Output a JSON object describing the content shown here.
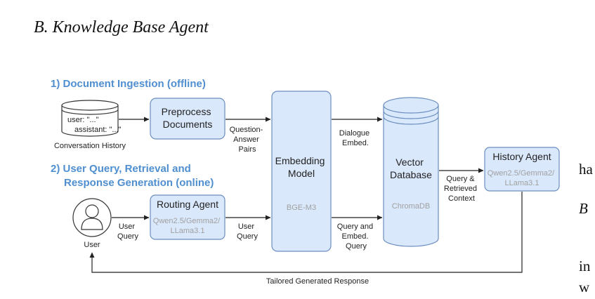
{
  "section": {
    "heading": "B.  Knowledge Base Agent"
  },
  "diagram": {
    "phase1_title": "1) Document Ingestion (offline)",
    "phase2_line1": "2) User Query, Retrieval and",
    "phase2_line2": "Response Generation (online)",
    "conversation_lines": [
      "user: \"...\"",
      "assistant: \"...\""
    ],
    "conversation_caption": "Conversation History",
    "preprocess": [
      "Preprocess",
      "Documents"
    ],
    "qa_pairs": [
      "Question-",
      "Answer",
      "Pairs"
    ],
    "embedding": [
      "Embedding",
      "Model"
    ],
    "embedding_sub": "BGE-M3",
    "dialogue_embed": [
      "Dialogue",
      "Embed."
    ],
    "vector_db": [
      "Vector",
      "Database"
    ],
    "vector_db_sub": "ChromaDB",
    "query_context": [
      "Query &",
      "Retrieved",
      "Context"
    ],
    "history_agent": "History Agent",
    "history_models": [
      "Qwen2.5/Gemma2/",
      "LLama3.1"
    ],
    "routing_agent": "Routing Agent",
    "routing_models": [
      "Qwen2.5/Gemma2/",
      "LLama3.1"
    ],
    "user_query_1": [
      "User",
      "Query"
    ],
    "user_query_2": [
      "User",
      "Query"
    ],
    "query_embed": [
      "Query and",
      "Embed.",
      "Query"
    ],
    "user_label": "User",
    "response_label": "Tailored Generated Response"
  },
  "column_fragments": [
    "ha",
    "B",
    "in",
    "w"
  ],
  "colors": {
    "box_fill": "#dae8fc",
    "box_stroke": "#6c8ebf",
    "phase_title": "#4f8fd0",
    "sub_text": "#a0a0a0",
    "arrow": "#222222"
  }
}
